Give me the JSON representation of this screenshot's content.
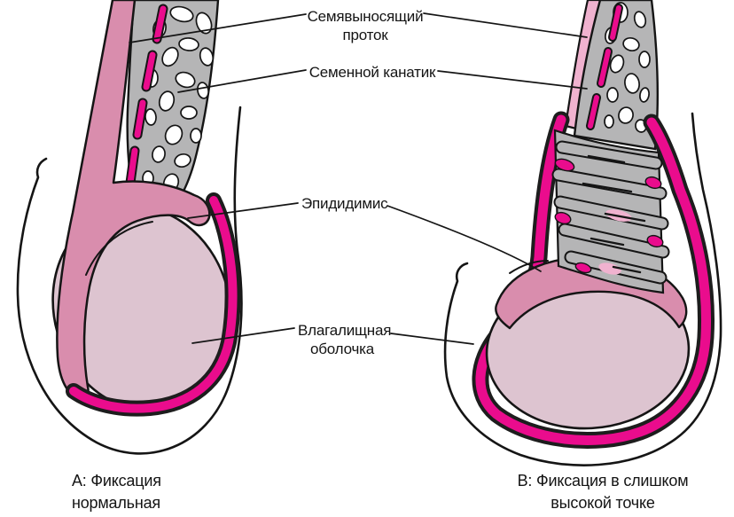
{
  "figure": {
    "labels": {
      "vas_deferens": {
        "line1": "Семявыносящий",
        "line2": "проток"
      },
      "spermatic_cord": {
        "text": "Семенной канатик"
      },
      "epididymis": {
        "text": "Эпидидимис"
      },
      "tunica_vaginalis": {
        "line1": "Влагалищная",
        "line2": "оболочка"
      }
    },
    "captions": {
      "panel_a": {
        "line1": "А: Фиксация",
        "line2": "нормальная"
      },
      "panel_b": {
        "line1": "В: Фиксация в слишком",
        "line2": "высокой точке"
      }
    },
    "colors": {
      "magenta": "#ea0c8d",
      "pink_band": "#f0b2cf",
      "epididymis_pink": "#d98dad",
      "testis_body": "#ddc4d0",
      "cord_gray": "#b5b5b6",
      "outline": "#151515",
      "dark_edge": "#1d1d1d",
      "text": "#141414"
    }
  }
}
